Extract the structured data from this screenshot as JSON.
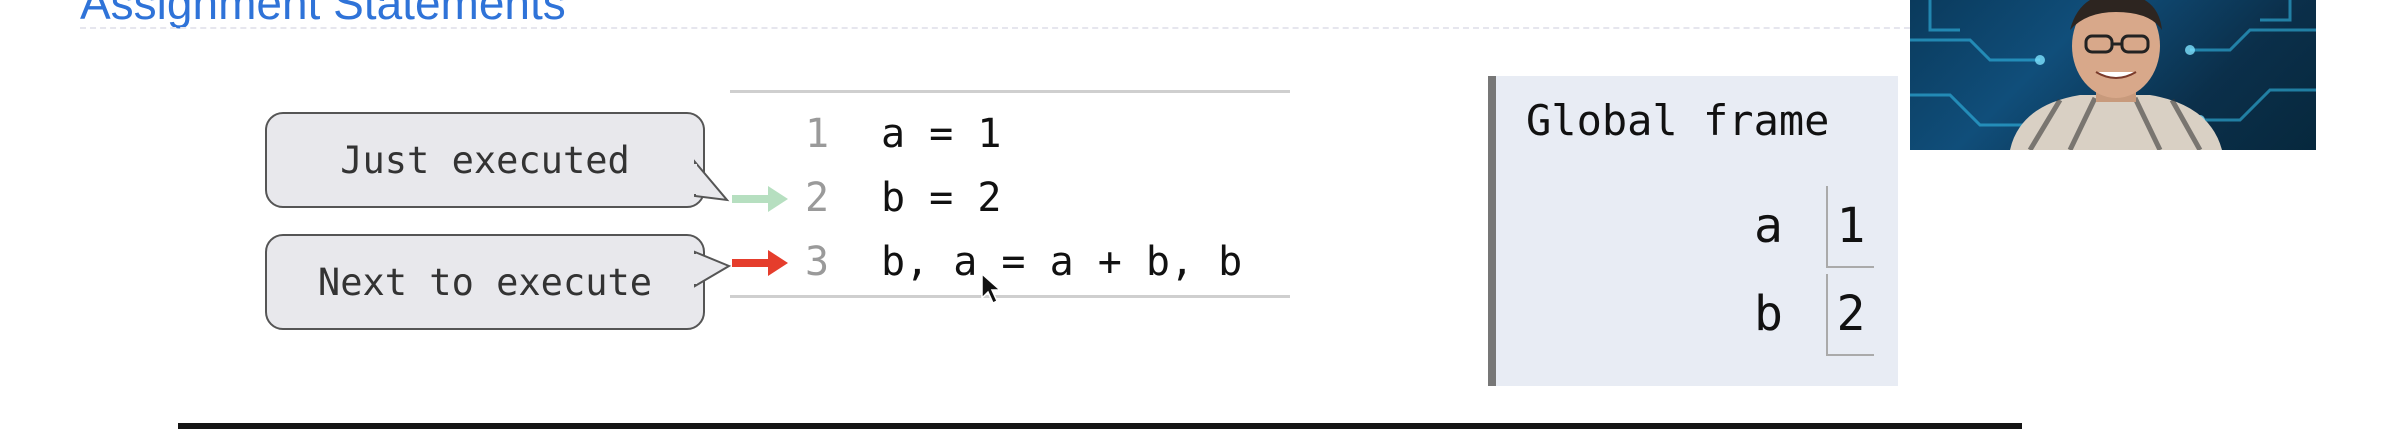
{
  "slide": {
    "title": "Assignment Statements"
  },
  "callouts": {
    "just_executed": "Just executed",
    "next_to_execute": "Next to execute"
  },
  "code": {
    "lines": [
      {
        "number": "1",
        "text": "a = 1"
      },
      {
        "number": "2",
        "text": "b = 2"
      },
      {
        "number": "3",
        "text": "b, a = a + b, b"
      }
    ]
  },
  "arrows": {
    "just_executed_color": "#b6dfc0",
    "next_color": "#e53d2c"
  },
  "frame": {
    "title": "Global frame",
    "vars": [
      {
        "name": "a",
        "value": "1"
      },
      {
        "name": "b",
        "value": "2"
      }
    ]
  },
  "colors": {
    "title": "#2f73d8",
    "frame_bg": "#e8ecf4"
  }
}
